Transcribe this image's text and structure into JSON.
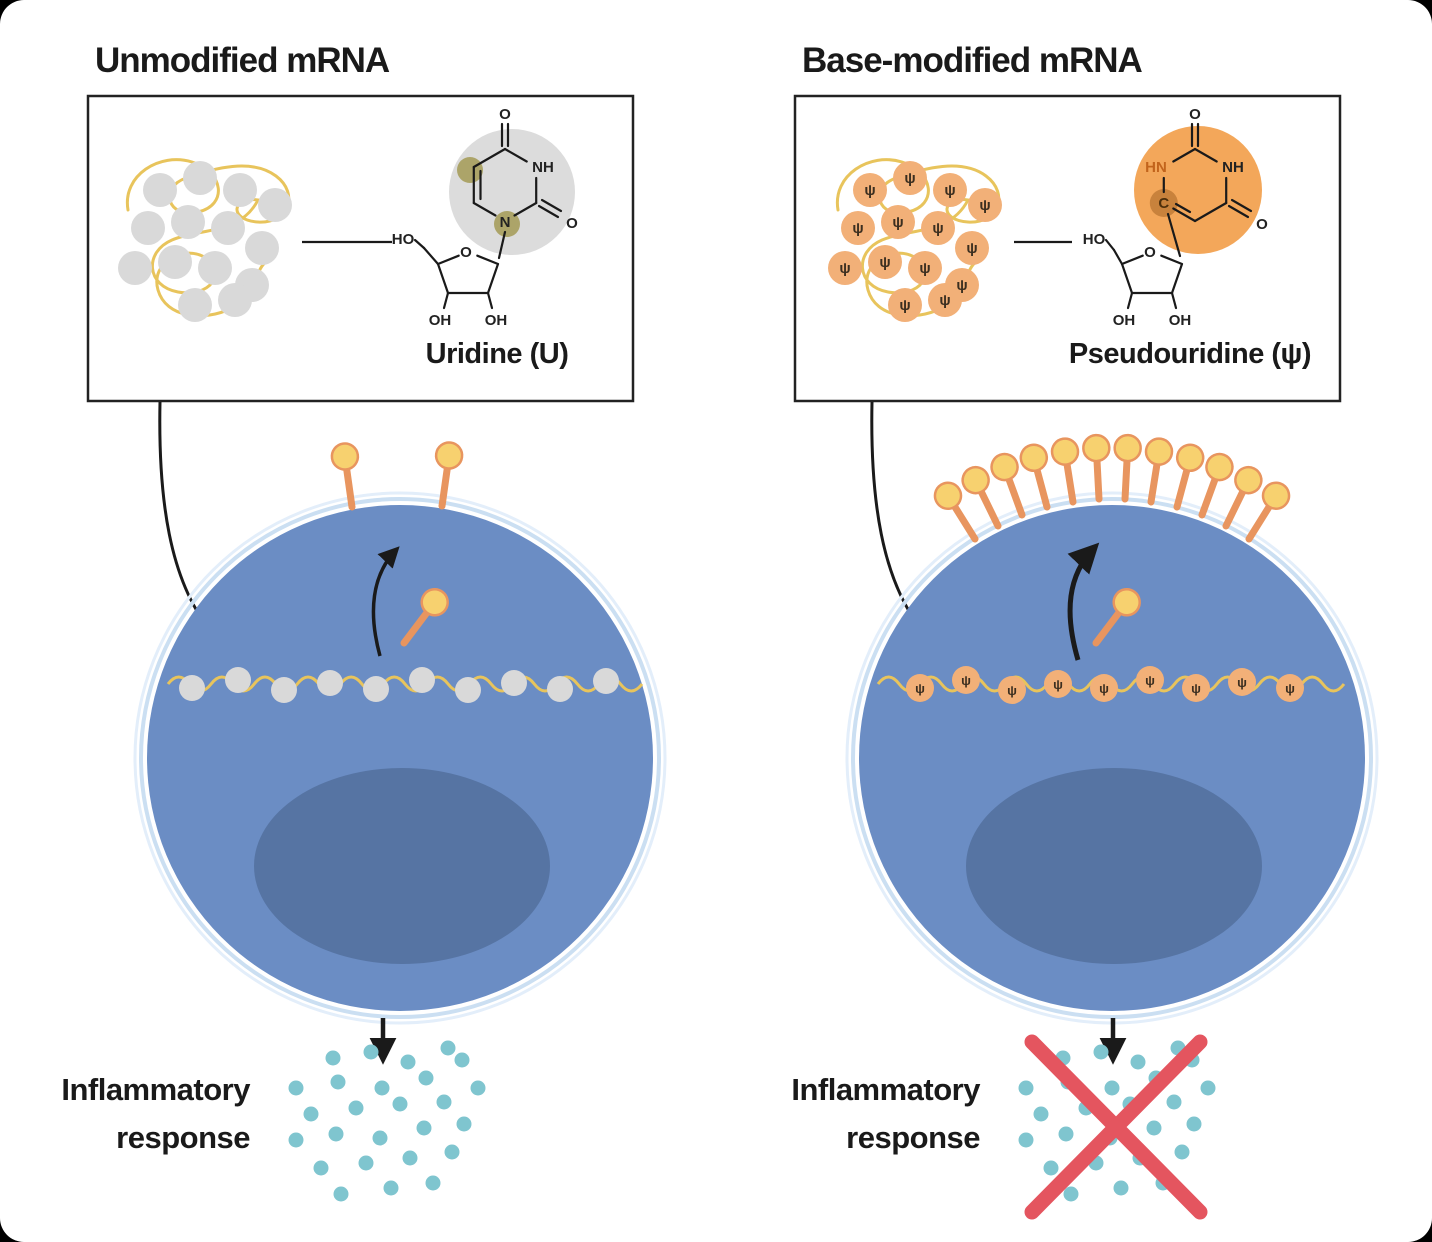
{
  "panels": {
    "left": {
      "title": "Unmodified mRNA",
      "molecule_label": "Uridine (U)",
      "response_line1": "Inflammatory",
      "response_line2": "response"
    },
    "right": {
      "title": "Base-modified mRNA",
      "molecule_label": "Pseudouridine (ψ)",
      "response_line1": "Inflammatory",
      "response_line2": "response"
    }
  },
  "symbols": {
    "psi": "ψ"
  },
  "atoms": {
    "uridine": {
      "o_top": "O",
      "nh": "NH",
      "o_side": "O",
      "n": "N",
      "ho": "HO",
      "o_ring": "O",
      "oh_left": "OH",
      "oh_right": "OH"
    },
    "pseudouridine": {
      "o_top": "O",
      "hn": "HN",
      "nh": "NH",
      "o_side": "O",
      "c": "C",
      "ho": "HO",
      "o_ring": "O",
      "oh_left": "OH",
      "oh_right": "OH"
    }
  },
  "colors": {
    "cell_fill": "#6b8dc4",
    "cell_halo": "#cbdff2",
    "nucleus_fill": "#5674a3",
    "mrna_strand": "#e8c45c",
    "bead_gray": "#d9d9d9",
    "bead_orange": "#f2b078",
    "receptor_stick": "#e8955f",
    "receptor_head": "#f7d16f",
    "dot_teal": "#7fc5cf",
    "cross_red": "#e4555f",
    "highlight_gray": "#dcdcdc",
    "highlight_olive": "#a39a55",
    "highlight_orange": "#f3a75a",
    "highlight_dark_orange": "#c8823c"
  }
}
